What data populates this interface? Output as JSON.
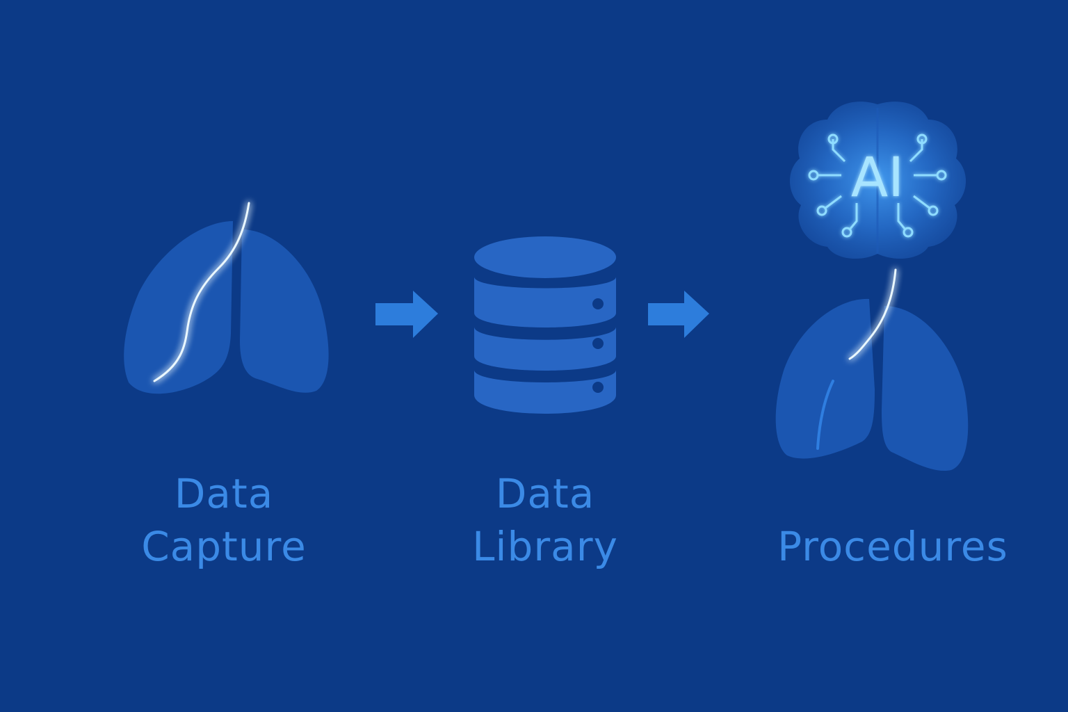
{
  "colors": {
    "background": "#0c3a87",
    "label_text": "#3b8ae6",
    "shape_fill": "#1f5cb8",
    "glow": "#7fd0ff",
    "ai_text": "#a8e4ff"
  },
  "steps": [
    {
      "icon": "lungs-with-catheter-icon",
      "label_lines": [
        "Data",
        "Capture"
      ]
    },
    {
      "icon": "database-icon",
      "label_lines": [
        "Data",
        "Library"
      ]
    },
    {
      "icon": "ai-brain-lungs-icon",
      "label_lines": [
        "Procedures"
      ]
    }
  ],
  "ai_badge": {
    "text": "AI"
  },
  "arrows": [
    "arrow-right-icon",
    "arrow-right-icon"
  ]
}
